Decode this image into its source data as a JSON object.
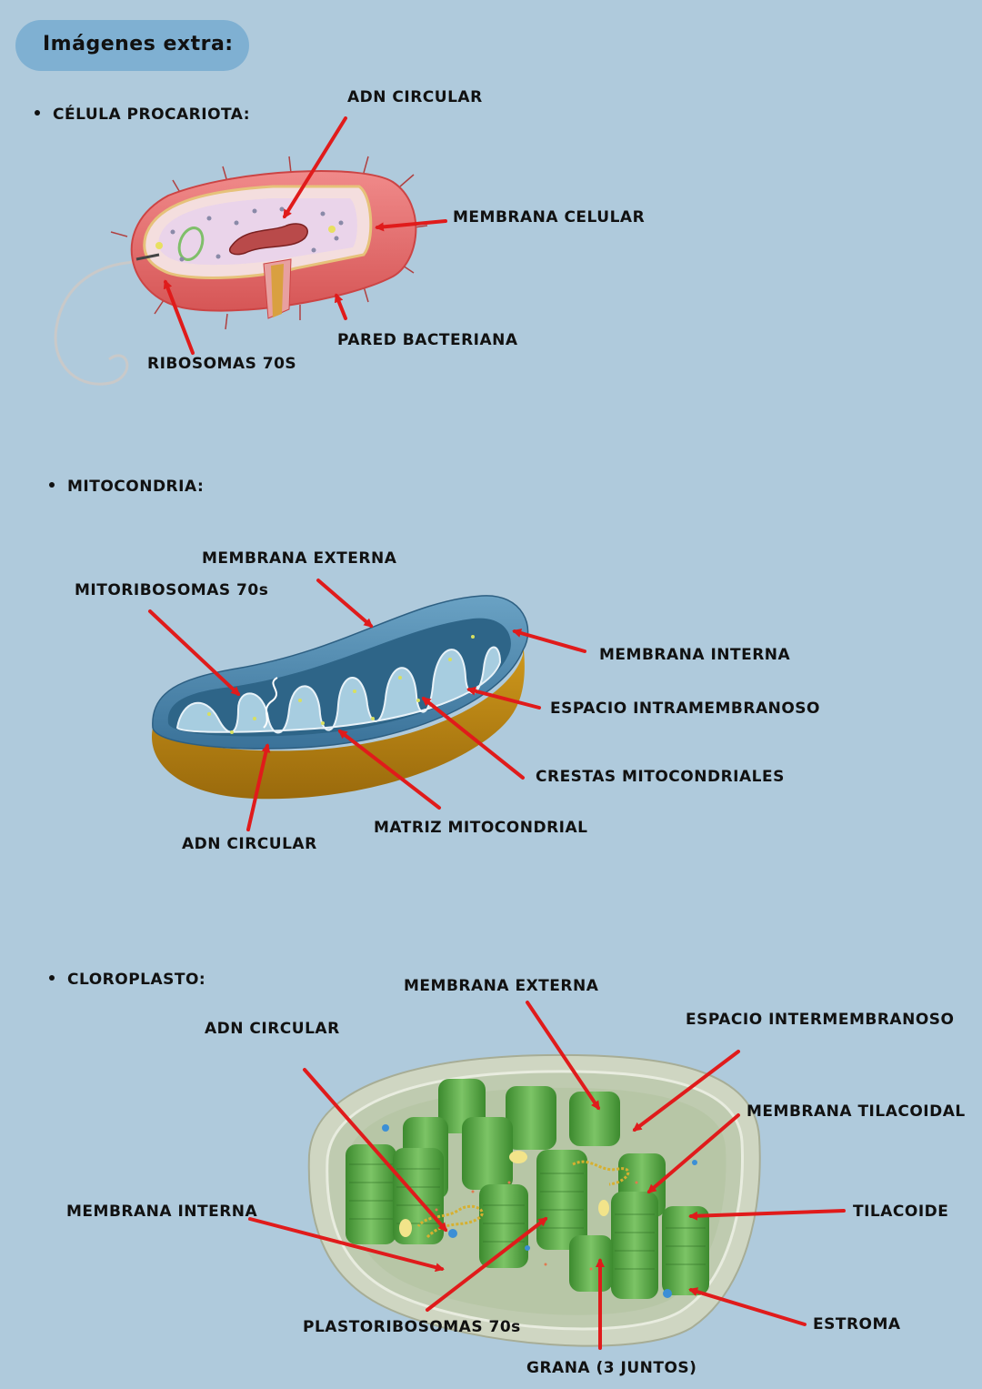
{
  "header": {
    "title": "Imágenes extra:"
  },
  "sections": {
    "procariota": {
      "title": "CÉLULA PROCARIOTA:",
      "labels": {
        "adn": "ADN CIRCULAR",
        "membrana": "MEMBRANA CELULAR",
        "pared": "PARED BACTERIANA",
        "ribosomas": "RIBOSOMAS 70S"
      }
    },
    "mitocondria": {
      "title": "MITOCONDRIA:",
      "labels": {
        "externa": "MEMBRANA EXTERNA",
        "mitoribosomas": "MITORIBOSOMAS 70s",
        "interna": "MEMBRANA INTERNA",
        "espacio": "ESPACIO INTRAMEMBRANOSO",
        "crestas": "CRESTAS MITOCONDRIALES",
        "matriz": "MATRIZ MITOCONDRIAL",
        "adn": "ADN CIRCULAR"
      }
    },
    "cloroplasto": {
      "title": "CLOROPLASTO:",
      "labels": {
        "externa": "MEMBRANA EXTERNA",
        "adn": "ADN CIRCULAR",
        "espacio": "ESPACIO INTERMEMBRANOSO",
        "tilacoidal": "MEMBRANA TILACOIDAL",
        "interna": "MEMBRANA INTERNA",
        "tilacoide": "TILACOIDE",
        "estroma": "ESTROMA",
        "plastoribosomas": "PLASTORIBOSOMAS 70s",
        "grana": "GRANA (3 JUNTOS)"
      }
    }
  },
  "colors": {
    "background": "#afcadc",
    "arrow": "#e01b1b",
    "pill": "#7fb0d2"
  }
}
